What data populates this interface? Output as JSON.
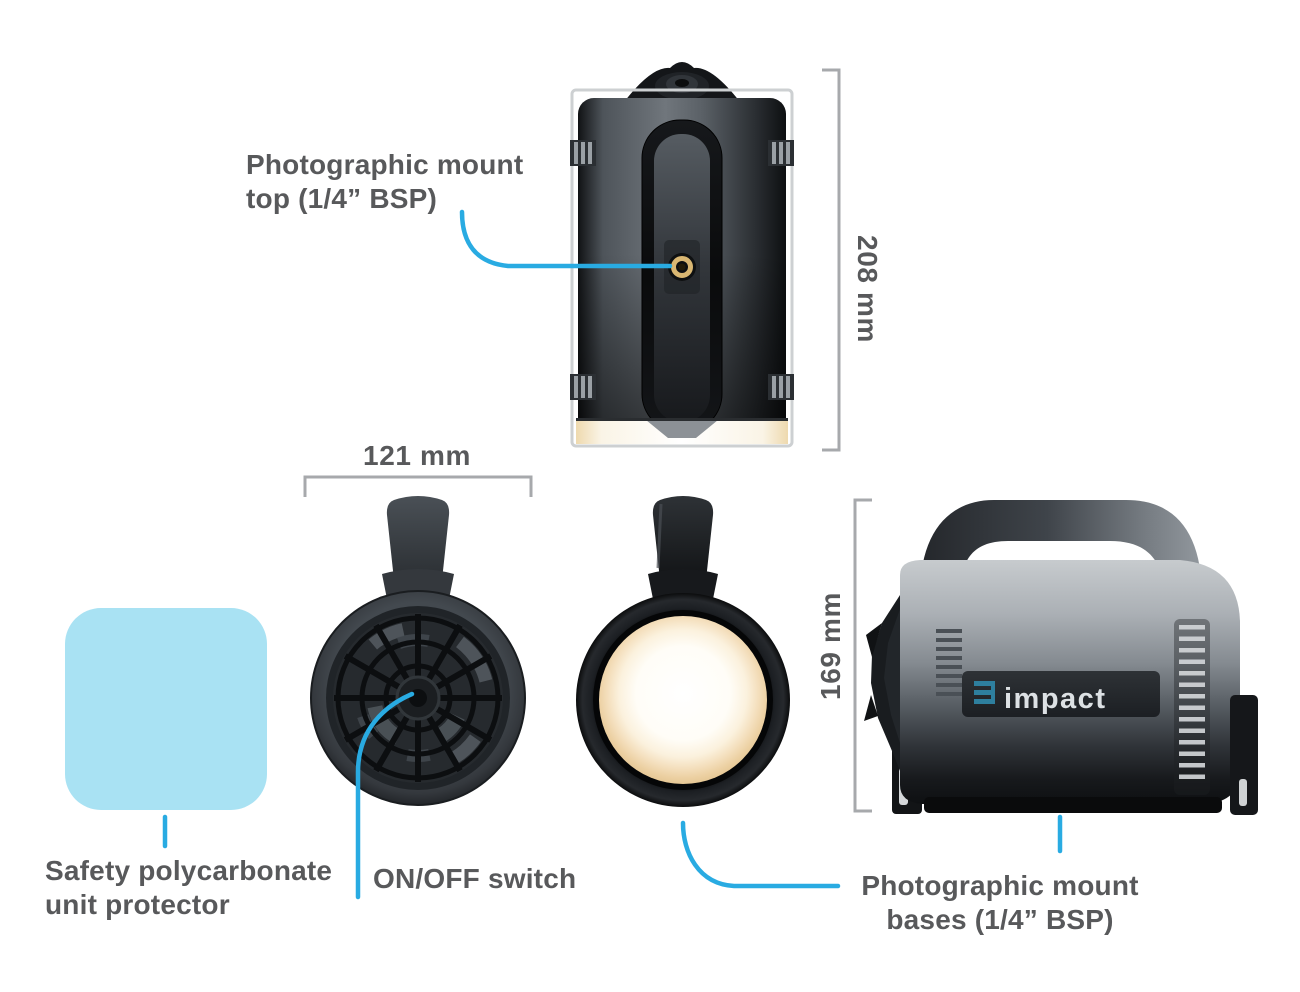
{
  "page": {
    "background_color": "#ffffff"
  },
  "colors": {
    "callout_line": "#29abe2",
    "dimension_line": "#a7a9ac",
    "label_text": "#58595b",
    "protector_fill": "#a9e2f3",
    "logo_mark": "#2e7f9e",
    "logo_text_color": "#dde1e4",
    "lens_glow": "#f4dfbd"
  },
  "branding": {
    "logo_text": "impact"
  },
  "dimensions": {
    "top_view_height": "208 mm",
    "rear_view_width": "121 mm",
    "side_view_height": "169 mm"
  },
  "callouts": {
    "mount_top": {
      "line1": "Photographic mount",
      "line2": "top (1/4” BSP)"
    },
    "safety_protector": {
      "line1": "Safety polycarbonate",
      "line2": "unit protector"
    },
    "on_off": {
      "label": "ON/OFF switch"
    },
    "mount_bases": {
      "line1": "Photographic mount",
      "line2": "bases (1/4” BSP)"
    }
  }
}
